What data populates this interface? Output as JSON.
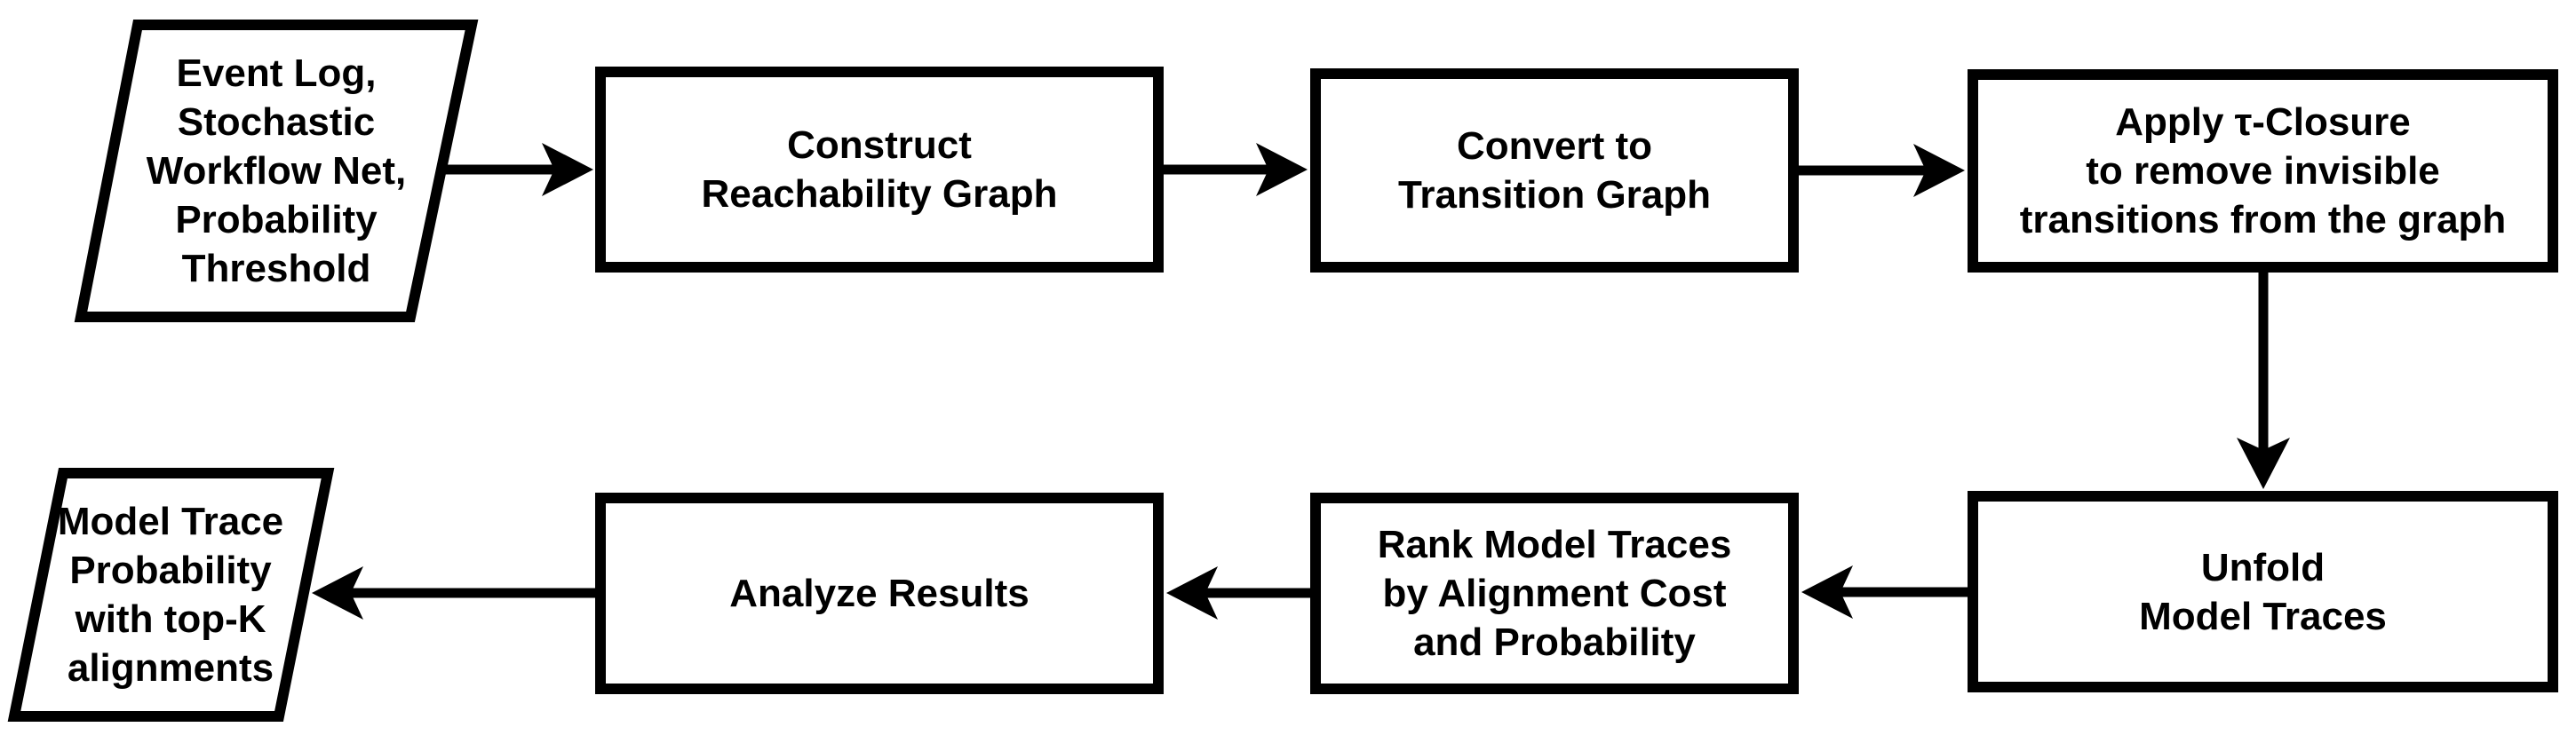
{
  "diagram": {
    "type": "flowchart",
    "colors": {
      "background": "#ffffff",
      "shape_fill": "#ffffff",
      "stroke": "#000000",
      "text": "#000000"
    },
    "nodes": [
      {
        "id": "input",
        "shape": "parallelogram",
        "role": "input-data",
        "label": "Event Log,\nStochastic\nWorkflow Net,\nProbability\nThreshold"
      },
      {
        "id": "construct-reachability-graph",
        "shape": "rectangle",
        "role": "process",
        "label": "Construct\nReachability Graph"
      },
      {
        "id": "convert-transition-graph",
        "shape": "rectangle",
        "role": "process",
        "label": "Convert to\nTransition Graph"
      },
      {
        "id": "apply-tau-closure",
        "shape": "rectangle",
        "role": "process",
        "label": "Apply τ-Closure\nto remove invisible\ntransitions from the graph"
      },
      {
        "id": "unfold-model-traces",
        "shape": "rectangle",
        "role": "process",
        "label": "Unfold\nModel Traces"
      },
      {
        "id": "rank-model-traces",
        "shape": "rectangle",
        "role": "process",
        "label": "Rank Model Traces\nby Alignment Cost\nand Probability"
      },
      {
        "id": "analyze-results",
        "shape": "rectangle",
        "role": "process",
        "label": "Analyze Results"
      },
      {
        "id": "output",
        "shape": "parallelogram",
        "role": "output-data",
        "label": "Model Trace\nProbability\nwith top-K\nalignments"
      }
    ],
    "edges": [
      {
        "from": "input",
        "to": "construct-reachability-graph",
        "direction": "right"
      },
      {
        "from": "construct-reachability-graph",
        "to": "convert-transition-graph",
        "direction": "right"
      },
      {
        "from": "convert-transition-graph",
        "to": "apply-tau-closure",
        "direction": "right"
      },
      {
        "from": "apply-tau-closure",
        "to": "unfold-model-traces",
        "direction": "down"
      },
      {
        "from": "unfold-model-traces",
        "to": "rank-model-traces",
        "direction": "left"
      },
      {
        "from": "rank-model-traces",
        "to": "analyze-results",
        "direction": "left"
      },
      {
        "from": "analyze-results",
        "to": "output",
        "direction": "left"
      }
    ]
  }
}
